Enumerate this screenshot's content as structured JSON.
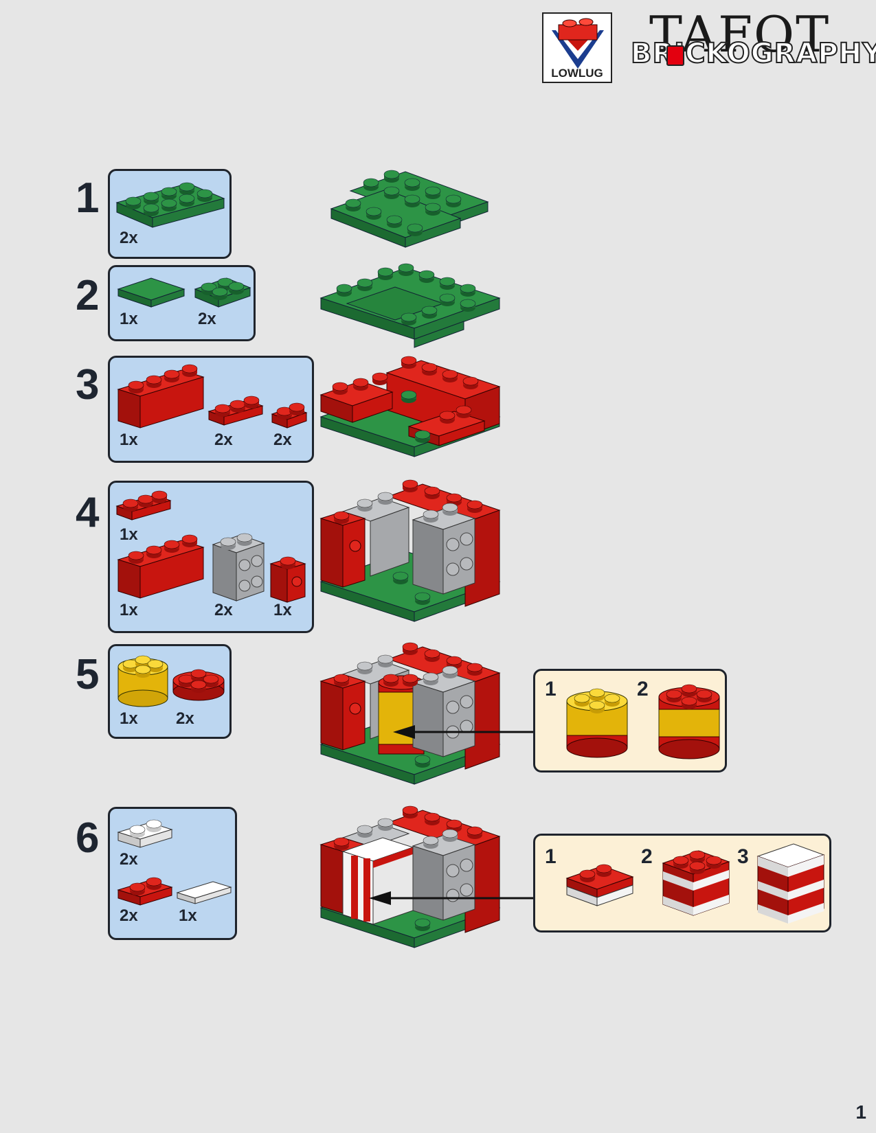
{
  "header": {
    "logo_text": "LOWLUG",
    "brand_back": "TAFOT",
    "brand_front": "BRICKOGRAPHY"
  },
  "steps": [
    {
      "number": "1",
      "quantities": [
        "2x"
      ]
    },
    {
      "number": "2",
      "quantities": [
        "1x",
        "2x"
      ]
    },
    {
      "number": "3",
      "quantities": [
        "1x",
        "2x",
        "2x"
      ]
    },
    {
      "number": "4",
      "quantities": [
        "1x",
        "1x",
        "2x",
        "1x"
      ]
    },
    {
      "number": "5",
      "quantities": [
        "1x",
        "2x"
      ],
      "callout": [
        "1",
        "2"
      ]
    },
    {
      "number": "6",
      "quantities": [
        "2x",
        "2x",
        "1x"
      ],
      "callout": [
        "1",
        "2",
        "3"
      ]
    }
  ],
  "page_number": "1",
  "colors": {
    "green": "#237a3b",
    "red": "#c8150f",
    "gray": "#a6a8ab",
    "yellow": "#f1c50e",
    "white": "#f4f4f4",
    "parts_bg": "#bcd6f0",
    "callout_bg": "#fcf0d6"
  }
}
